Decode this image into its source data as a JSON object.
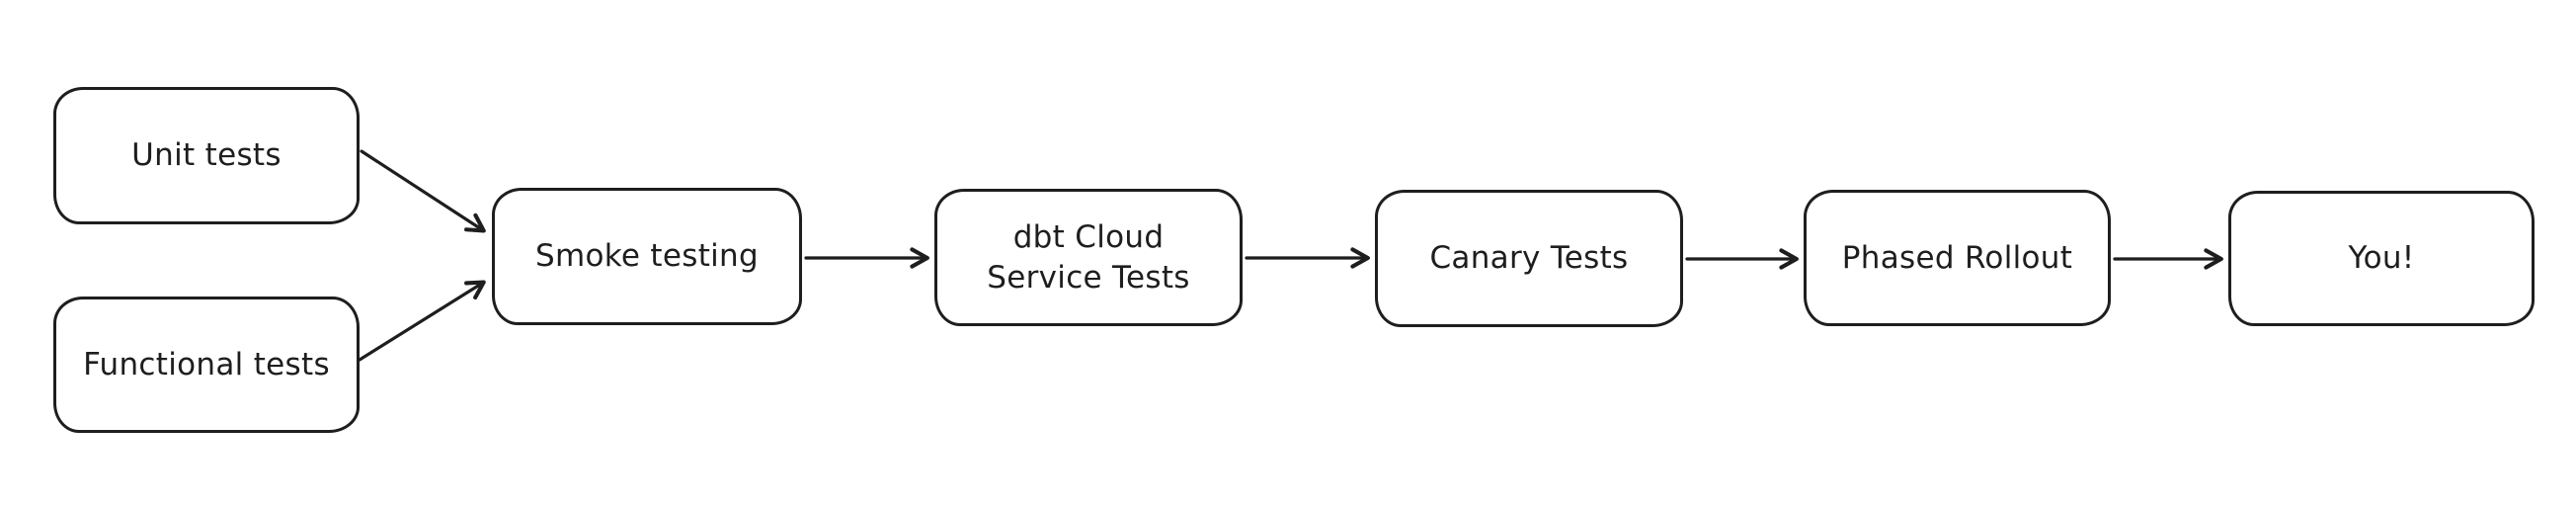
{
  "diagram": {
    "title": "Release testing pipeline flowchart",
    "background_color": "#ffffff",
    "stroke_color": "#1e1e1e",
    "node_fill_color": "#ffffff",
    "nodes": [
      {
        "id": "unit-tests",
        "label": "Unit tests"
      },
      {
        "id": "functional-tests",
        "label": "Functional tests"
      },
      {
        "id": "smoke-testing",
        "label": "Smoke testing"
      },
      {
        "id": "dbt-cloud-service-tests",
        "label": "dbt Cloud\nService Tests"
      },
      {
        "id": "canary-tests",
        "label": "Canary Tests"
      },
      {
        "id": "phased-rollout",
        "label": "Phased Rollout"
      },
      {
        "id": "you",
        "label": "You!"
      }
    ],
    "edges": [
      {
        "from": "unit-tests",
        "to": "smoke-testing"
      },
      {
        "from": "functional-tests",
        "to": "smoke-testing"
      },
      {
        "from": "smoke-testing",
        "to": "dbt-cloud-service-tests"
      },
      {
        "from": "dbt-cloud-service-tests",
        "to": "canary-tests"
      },
      {
        "from": "canary-tests",
        "to": "phased-rollout"
      },
      {
        "from": "phased-rollout",
        "to": "you"
      }
    ]
  }
}
